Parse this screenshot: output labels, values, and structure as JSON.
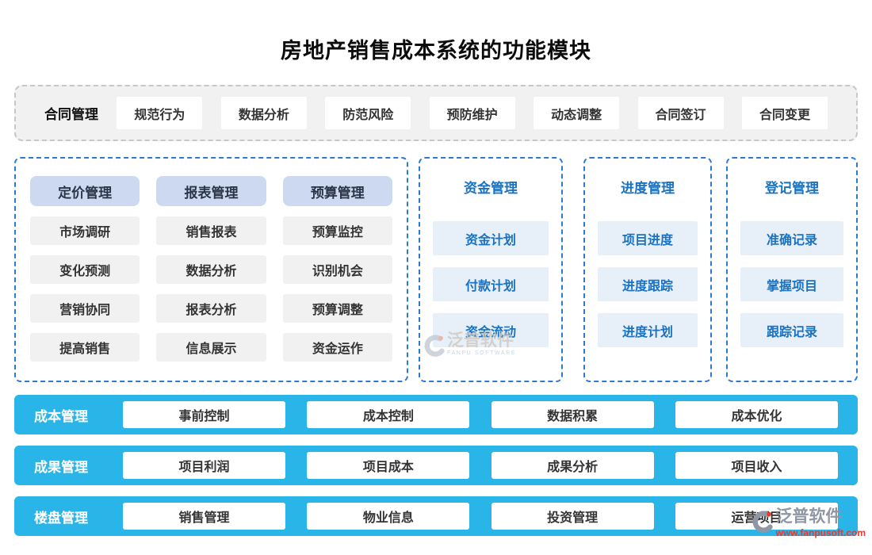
{
  "title": "房地产销售成本系统的功能模块",
  "contract": {
    "label": "合同管理",
    "items": [
      "规范行为",
      "数据分析",
      "防范风险",
      "预防维护",
      "动态调整",
      "合同签订",
      "合同变更"
    ]
  },
  "left_panel": {
    "groups": [
      {
        "header": "定价管理",
        "items": [
          "市场调研",
          "变化预测",
          "营销协同",
          "提高销售"
        ]
      },
      {
        "header": "报表管理",
        "items": [
          "销售报表",
          "数据分析",
          "报表分析",
          "信息展示"
        ]
      },
      {
        "header": "预算管理",
        "items": [
          "预算监控",
          "识别机会",
          "预算调整",
          "资金运作"
        ]
      }
    ]
  },
  "blue_columns": [
    {
      "header": "资金管理",
      "items": [
        "资金计划",
        "付款计划",
        "资金流动"
      ]
    },
    {
      "header": "进度管理",
      "items": [
        "项目进度",
        "进度跟踪",
        "进度计划"
      ]
    },
    {
      "header": "登记管理",
      "items": [
        "准确记录",
        "掌握项目",
        "跟踪记录"
      ]
    }
  ],
  "bars": [
    {
      "label": "成本管理",
      "items": [
        "事前控制",
        "成本控制",
        "数据积累",
        "成本优化"
      ]
    },
    {
      "label": "成果管理",
      "items": [
        "项目利润",
        "项目成本",
        "成果分析",
        "项目收入"
      ]
    },
    {
      "label": "楼盘管理",
      "items": [
        "销售管理",
        "物业信息",
        "投资管理",
        "运营项目"
      ]
    }
  ],
  "watermark": {
    "brand": "泛普软件",
    "brand_sub": "FANPU SOFTWARE",
    "website": "www.fanpusoft.com"
  },
  "colors": {
    "cyan_bar": "#29b5e8",
    "blue_dashed_border": "#2f7ad1",
    "gray_dashed_border": "#c7c7c7",
    "periwinkle_header_bg": "#ccd9f1",
    "gray_item_bg": "#f1f1f1",
    "blue_item_bg": "#e7eff8",
    "blue_text": "#1a72c0",
    "dark_text": "#333333",
    "website_red": "#e23b2e"
  }
}
